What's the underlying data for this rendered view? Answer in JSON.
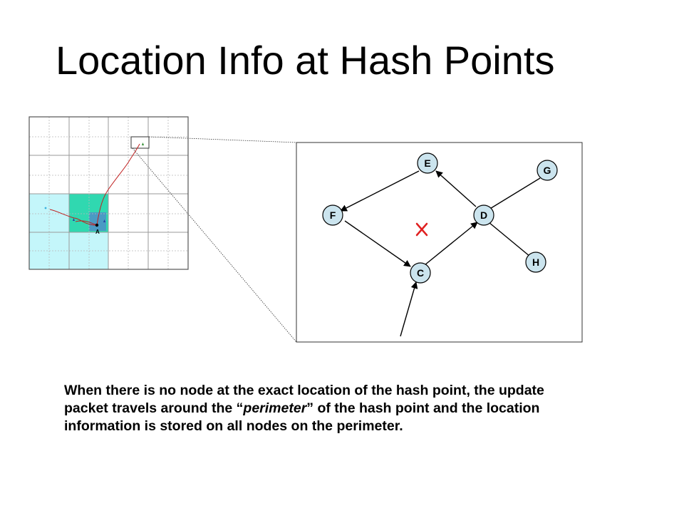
{
  "slide": {
    "title": "Location Info at Hash Points",
    "caption": {
      "part1": "When there is no node at the exact location of the hash point, the update packet travels around the “",
      "emphasis": "perimeter",
      "part2": "” of the hash point and the location information is stored on all nodes on the perimeter."
    }
  },
  "grid_map": {
    "node_label": "A",
    "colors": {
      "light_region": "#c4f6fa",
      "home_cell": "#30d8b0",
      "node_square": "#4f8fc8",
      "path": "#c02020"
    }
  },
  "zoom_view": {
    "nodes": [
      {
        "id": "E",
        "label": "E"
      },
      {
        "id": "G",
        "label": "G"
      },
      {
        "id": "F",
        "label": "F"
      },
      {
        "id": "D",
        "label": "D"
      },
      {
        "id": "H",
        "label": "H"
      },
      {
        "id": "C",
        "label": "C"
      }
    ],
    "hash_point_marker": "cross",
    "colors": {
      "node_fill": "#cbe4ee",
      "cross": "#e02020"
    }
  }
}
